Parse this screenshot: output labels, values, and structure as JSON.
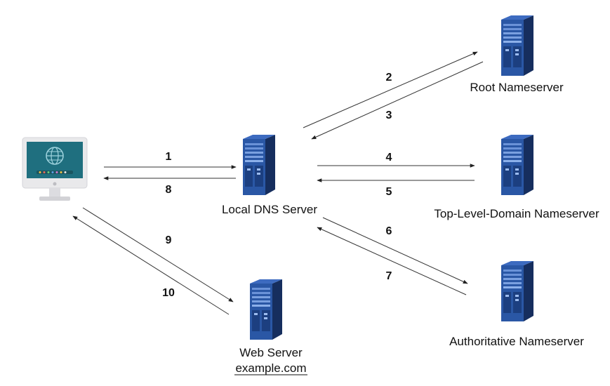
{
  "nodes": {
    "client": {
      "icon": "desktop-computer-icon"
    },
    "local_dns": {
      "label": "Local DNS Server",
      "icon": "server-icon"
    },
    "root": {
      "label": "Root Nameserver",
      "icon": "server-icon"
    },
    "tld": {
      "label": "Top-Level-Domain Nameserver",
      "icon": "server-icon"
    },
    "authoritative": {
      "label": "Authoritative Nameserver",
      "icon": "server-icon"
    },
    "web": {
      "label": "Web Server",
      "sublabel": "example.com",
      "icon": "server-icon"
    }
  },
  "steps": {
    "s1": "1",
    "s2": "2",
    "s3": "3",
    "s4": "4",
    "s5": "5",
    "s6": "6",
    "s7": "7",
    "s8": "8",
    "s9": "9",
    "s10": "10"
  },
  "colors": {
    "server_dark": "#1f3d7a",
    "server_mid": "#2f5ba8",
    "server_light": "#5d86cf",
    "monitor_screen": "#1f6f7f",
    "monitor_frame": "#e9e9eb"
  }
}
